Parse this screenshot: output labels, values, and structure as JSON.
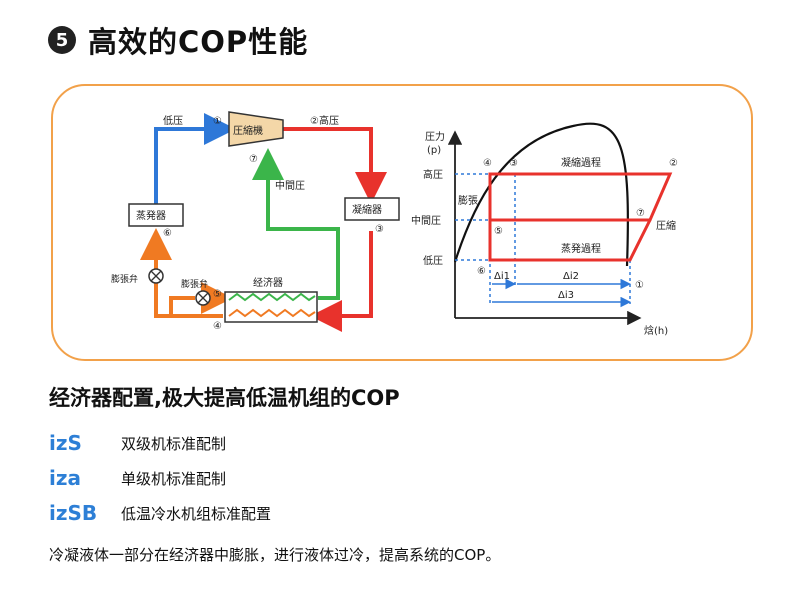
{
  "header": {
    "badge_number": "5",
    "title": "高效的COP性能"
  },
  "diagram": {
    "cycle": {
      "low_pressure": "低压",
      "high_pressure": "②高压",
      "compressor": "圧縮機",
      "intermediate_pressure": "中間圧",
      "evaporator": "蒸発器",
      "condenser": "凝縮器",
      "expansion_valve": "膨張弁",
      "expansion_valve2": "膨張弁",
      "economizer": "经济器",
      "points": {
        "p1": "①",
        "p3": "③",
        "p4": "④",
        "p5": "⑤",
        "p6": "⑥",
        "p7": "⑦"
      }
    },
    "ph": {
      "y_axis_label": "圧力",
      "y_axis_unit": "(p)",
      "x_axis_label": "焓(h)",
      "y_levels": [
        "高圧",
        "中間圧",
        "低圧"
      ],
      "labels": {
        "condensation": "凝縮過程",
        "expansion": "膨張",
        "compression": "圧縮",
        "evaporation": "蒸発過程",
        "di1": "Δi1",
        "di2": "Δi2",
        "di3": "Δi3"
      },
      "points": {
        "p1": "①",
        "p2": "②",
        "p3": "③",
        "p4": "④",
        "p5": "⑤",
        "p6": "⑥",
        "p7": "⑦"
      }
    }
  },
  "subheading": "经济器配置,极大提高低温机组的COP",
  "models": [
    {
      "logo": "izS",
      "description": "双级机标准配制"
    },
    {
      "logo": "iza",
      "description": "单级机标准配制"
    },
    {
      "logo": "izSB",
      "description": "低温冷水机组标准配置"
    }
  ],
  "footnote": "冷凝液体一部分在经济器中膨胀，进行液体过冷，提高系统的COP。",
  "colors": {
    "orange_border": "#f2a14a",
    "red": "#e8322c",
    "blue": "#2e78d8",
    "green": "#3bb54a",
    "orange_pipe": "#f07a22",
    "logo_blue": "#2d7fd6",
    "logo_pink": "#e8417a"
  }
}
